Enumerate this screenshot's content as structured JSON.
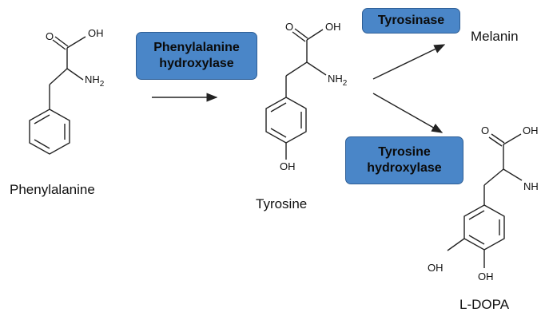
{
  "enzymes": {
    "phenylalanine_hydroxylase": "Phenylalanine\nhydroxylase",
    "tyrosinase": "Tyrosinase",
    "tyrosine_hydroxylase": "Tyrosine\nhydroxylase"
  },
  "molecules": {
    "phenylalanine": "Phenylalanine",
    "tyrosine": "Tyrosine",
    "melanin": "Melanin",
    "l_dopa": "L-DOPA"
  },
  "atoms": {
    "o": "O",
    "oh": "OH",
    "nh2_n": "NH",
    "nh2_sub": "2",
    "nh": "NH",
    "oh_h": "OH"
  }
}
